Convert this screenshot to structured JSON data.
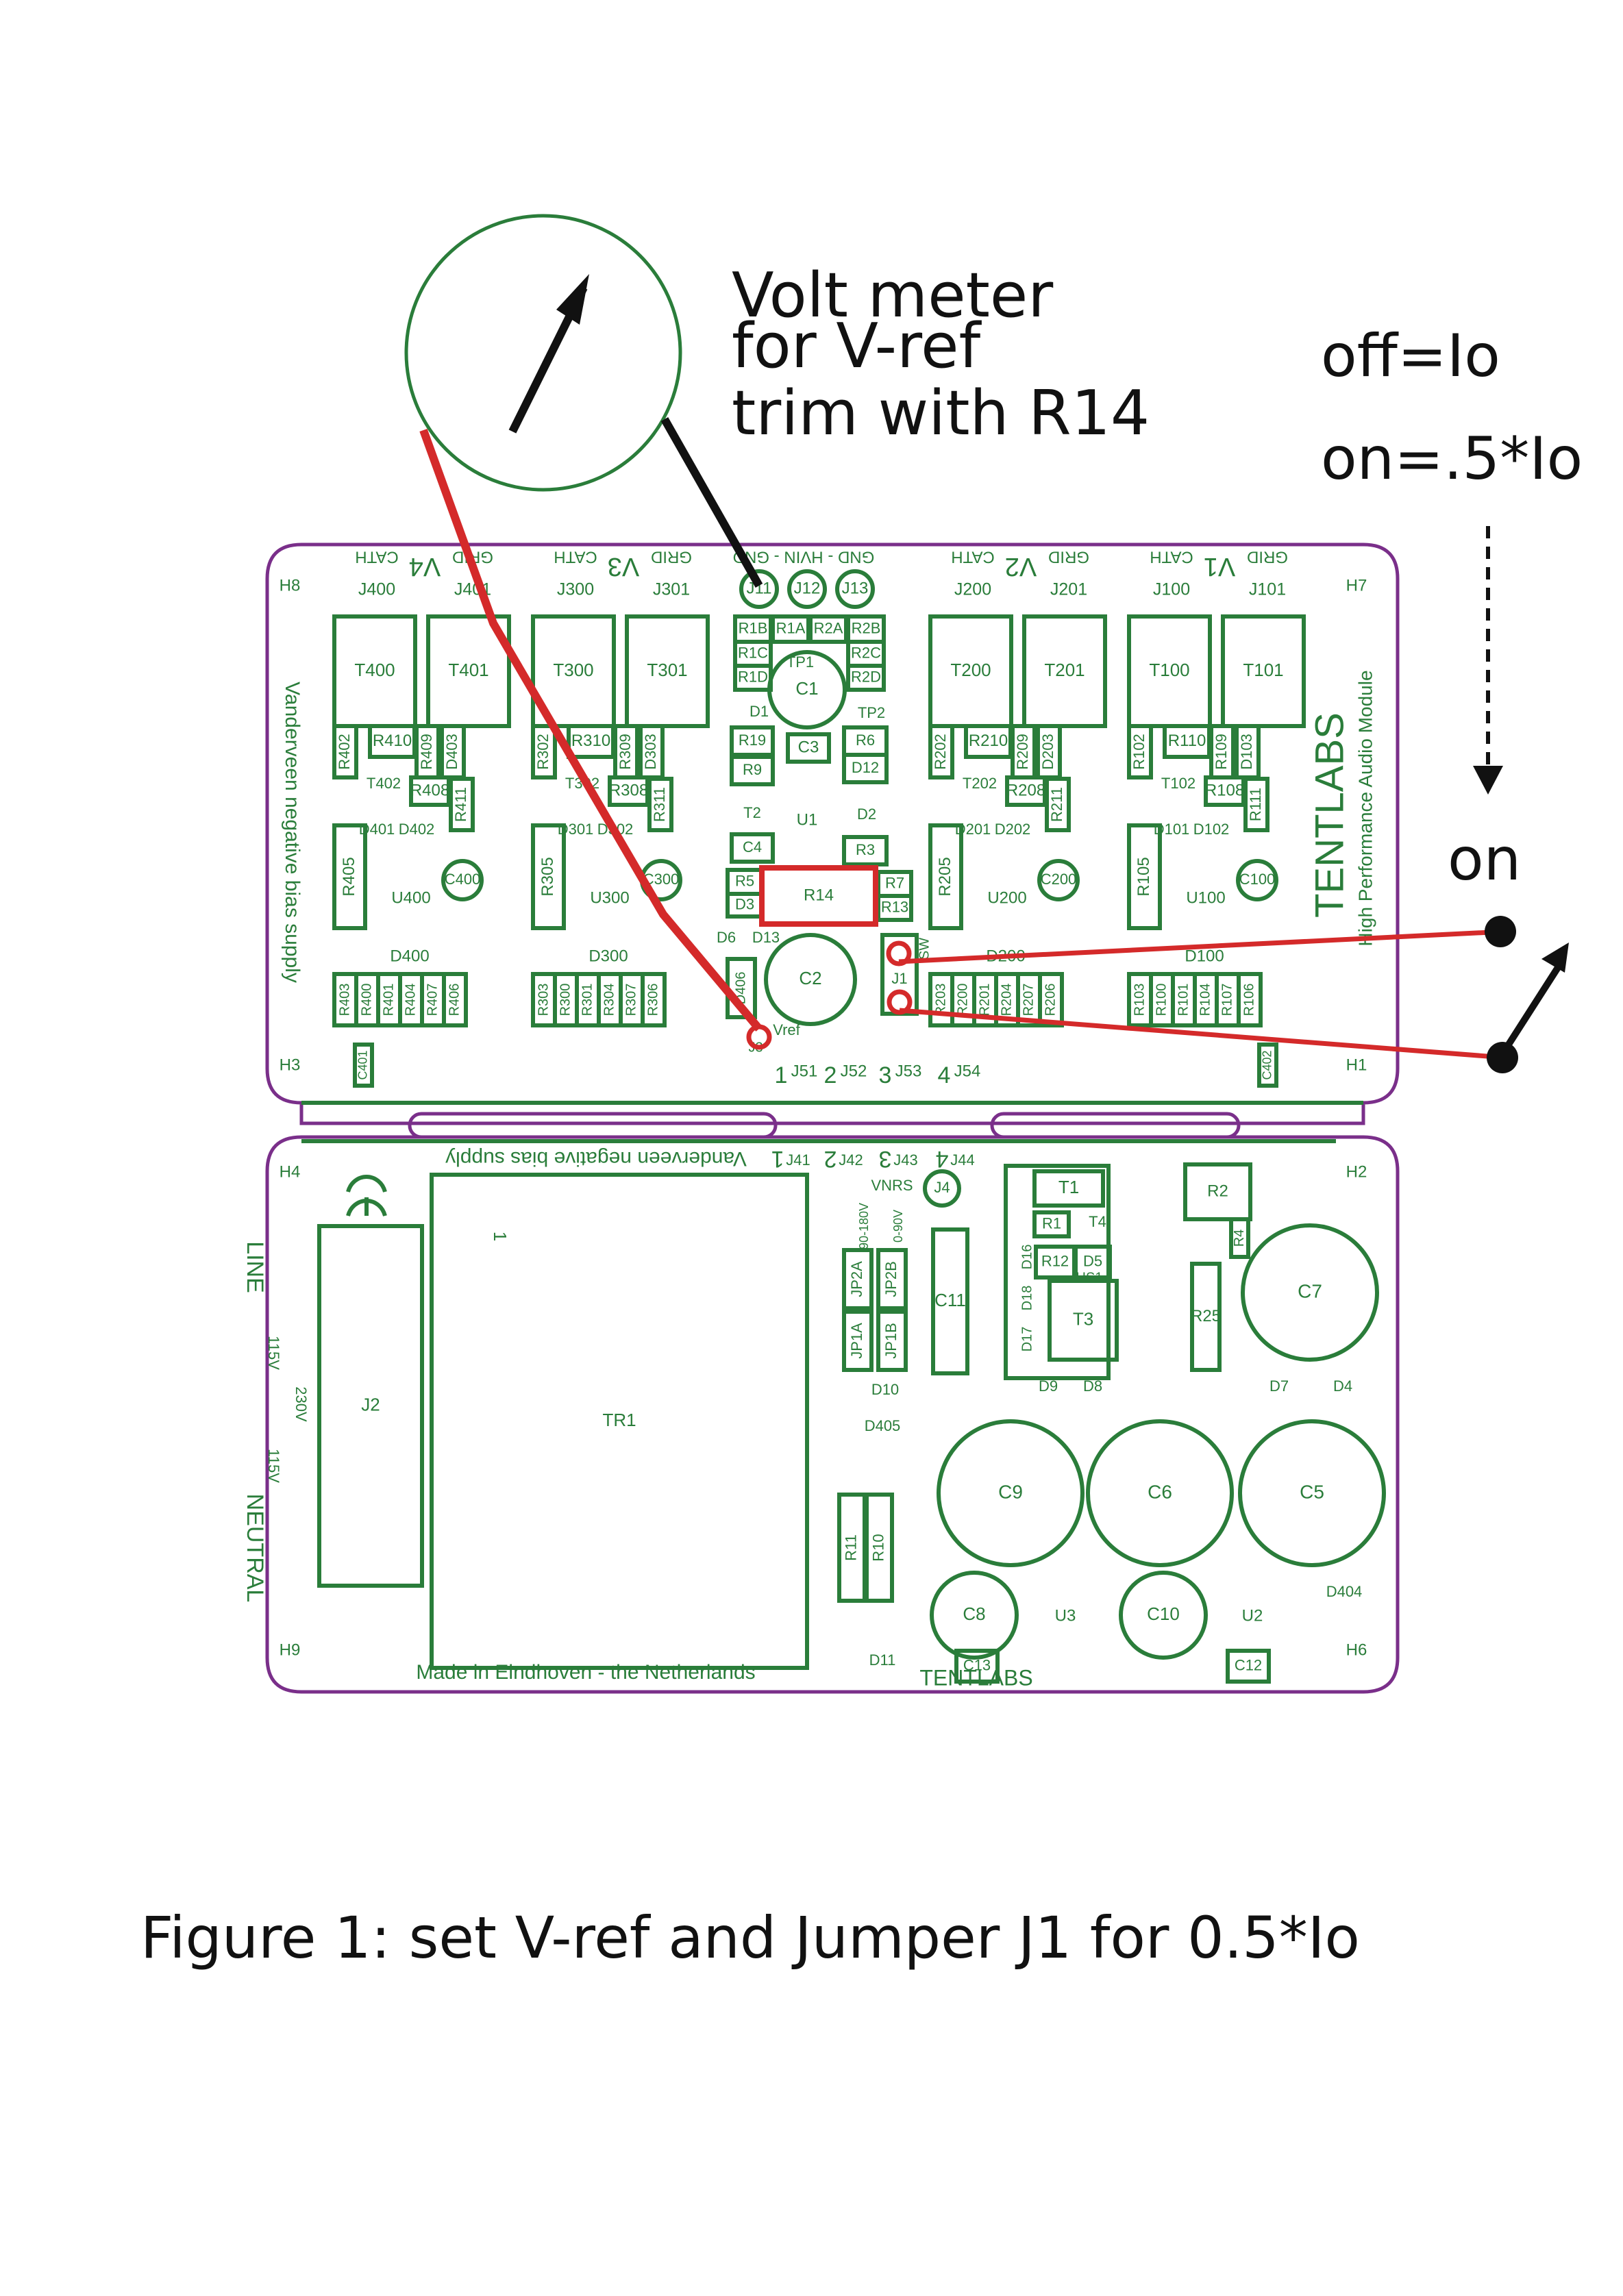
{
  "annotations": {
    "voltmeter_lines": [
      "Volt meter",
      "for V-ref",
      "trim with R14"
    ],
    "switch_states": [
      "off=Io",
      "on=.5*Io"
    ],
    "switch_on_label": "on",
    "figure_caption": "Figure 1: set V-ref and Jumper J1 for 0.5*Io"
  },
  "colors": {
    "silkscreen": "#2a7d3a",
    "board_outline": "#7a2f8a",
    "highlight": "#d42a2a",
    "annotation": "#111111",
    "meter_ring": "#2a7d3a"
  },
  "top_board": {
    "holes": [
      "H8",
      "H7",
      "H3",
      "H1"
    ],
    "side_text_left": "Vanderveen negative bias supply",
    "brand": "TENTLABS",
    "brand_sub": "High Performance Audio Module",
    "hv_header": "GND  -  HVIN  -  GND",
    "hv_connectors": [
      "J11",
      "J12",
      "J13"
    ],
    "channels": [
      {
        "name": "V4",
        "cath": "CATH",
        "grid": "GRID",
        "j_a": "J400",
        "j_b": "J401",
        "t_a": "T400",
        "t_b": "T401",
        "r_row1": [
          "R402",
          "R410",
          "R409",
          "D403"
        ],
        "t_small": "T402",
        "r408": "R408",
        "r411": "R411",
        "diodes": [
          "D401",
          "D402"
        ],
        "r_big": "R405",
        "u": "U400",
        "c": "C400",
        "d_low": "D400",
        "r_bottom": [
          "R403",
          "R400",
          "R401",
          "R404",
          "R407",
          "R406"
        ]
      },
      {
        "name": "V3",
        "cath": "CATH",
        "grid": "GRID",
        "j_a": "J300",
        "j_b": "J301",
        "t_a": "T300",
        "t_b": "T301",
        "r_row1": [
          "R302",
          "R310",
          "R309",
          "D303"
        ],
        "t_small": "T302",
        "r408": "R308",
        "r411": "R311",
        "diodes": [
          "D301",
          "D302"
        ],
        "r_big": "R305",
        "u": "U300",
        "c": "C300",
        "d_low": "D300",
        "r_bottom": [
          "R303",
          "R300",
          "R301",
          "R304",
          "R307",
          "R306"
        ]
      },
      {
        "name": "V2",
        "cath": "CATH",
        "grid": "GRID",
        "j_a": "J200",
        "j_b": "J201",
        "t_a": "T200",
        "t_b": "T201",
        "r_row1": [
          "R202",
          "R210",
          "R209",
          "D203"
        ],
        "t_small": "T202",
        "r408": "R208",
        "r411": "R211",
        "diodes": [
          "D201",
          "D202"
        ],
        "r_big": "R205",
        "u": "U200",
        "c": "C200",
        "d_low": "D200",
        "r_bottom": [
          "R203",
          "R200",
          "R201",
          "R204",
          "R207",
          "R206"
        ]
      },
      {
        "name": "V1",
        "cath": "CATH",
        "grid": "GRID",
        "j_a": "J100",
        "j_b": "J101",
        "t_a": "T100",
        "t_b": "T101",
        "r_row1": [
          "R102",
          "R110",
          "R109",
          "D103"
        ],
        "t_small": "T102",
        "r408": "R108",
        "r411": "R111",
        "diodes": [
          "D101",
          "D102"
        ],
        "r_big": "R105",
        "u": "U100",
        "c": "C100",
        "d_low": "D100",
        "r_bottom": [
          "R103",
          "R100",
          "R101",
          "R104",
          "R107",
          "R106"
        ]
      }
    ],
    "center": {
      "r_top": [
        "R1B",
        "R1A",
        "R2A",
        "R2B"
      ],
      "r_left": [
        "R1C",
        "R1D"
      ],
      "r_right": [
        "R2C",
        "R2D"
      ],
      "tp1": "TP1",
      "c1": "C1",
      "d1": "D1",
      "tp2": "TP2",
      "r19": "R19",
      "c3": "C3",
      "r6": "R6",
      "r9": "R9",
      "d12": "D12",
      "t2": "T2",
      "u1": "U1",
      "d2": "D2",
      "c4": "C4",
      "r3": "R3",
      "r5": "R5",
      "r14": "R14",
      "r7": "R7",
      "d3": "D3",
      "r13": "R13",
      "d6": "D6",
      "d13": "D13",
      "d406": "D406",
      "c2": "C2",
      "j1": "J1",
      "sw": "SW",
      "vref": "Vref",
      "j3": "J3",
      "c401": "C401",
      "c402": "C402"
    },
    "bottom_connectors": [
      {
        "num": "1",
        "label": "J51"
      },
      {
        "num": "2",
        "label": "J52"
      },
      {
        "num": "3",
        "label": "J53"
      },
      {
        "num": "4",
        "label": "J54"
      }
    ]
  },
  "bottom_board": {
    "holes": [
      "H4",
      "H2",
      "H9",
      "H6"
    ],
    "mirrored_text": "Vanderveen negative bias supply",
    "mirrored_connectors": [
      {
        "num": "1",
        "label": "J41"
      },
      {
        "num": "2",
        "label": "J42"
      },
      {
        "num": "3",
        "label": "J43"
      },
      {
        "num": "4",
        "label": "J44"
      }
    ],
    "line_label": "LINE",
    "neutral_label": "NEUTRAL",
    "tap_labels": [
      "115V",
      "230V",
      "115V"
    ],
    "j2": "J2",
    "tr1": "TR1",
    "tr1_pin": "1",
    "j4": "J4",
    "vnrs": "VNRS",
    "range_labels": [
      "90-180V",
      "0-90V"
    ],
    "jumpers": [
      "JP2A",
      "JP2B",
      "JP1A",
      "JP1B"
    ],
    "c11": "C11",
    "heatsink": {
      "t1": "T1",
      "r1": "R1",
      "t4": "T4",
      "r12": "R12",
      "d5": "D5",
      "hs1": "HS1",
      "t3": "T3",
      "diodes": [
        "D16",
        "D18",
        "D17"
      ],
      "d9": "D9",
      "d8": "D8"
    },
    "r2": "R2",
    "r4": "R4",
    "r25": "R25",
    "c7": "C7",
    "d7": "D7",
    "d4": "D4",
    "d10": "D10",
    "d405": "D405",
    "big_caps": [
      "C9",
      "C6",
      "C5"
    ],
    "r11": "R11",
    "r10": "R10",
    "c8": "C8",
    "u3": "U3",
    "c10": "C10",
    "u2": "U2",
    "d404": "D404",
    "d11": "D11",
    "c13": "C13",
    "c12": "C12",
    "footer": "Made in Eindhoven - the Netherlands",
    "brand": "TENTLABS"
  }
}
